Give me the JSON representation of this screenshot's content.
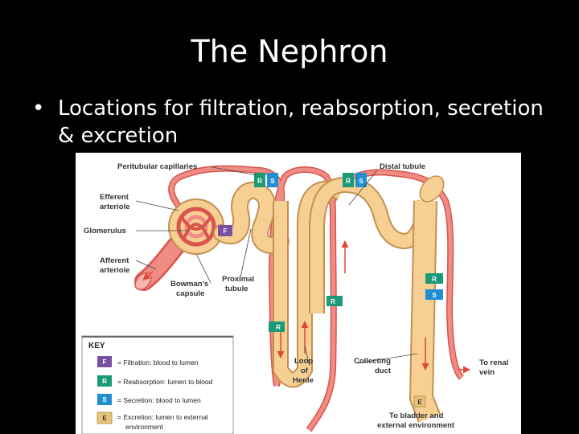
{
  "title": "The Nephron",
  "bullet": {
    "symbol": "•",
    "text": "Locations for filtration, reabsorption, secretion & excretion"
  },
  "diagram": {
    "labels": {
      "peritubular": "Peritubular capillaries",
      "efferent_1": "Efferent",
      "efferent_2": "arteriole",
      "glomerulus": "Glomerulus",
      "afferent_1": "Afferent",
      "afferent_2": "arteriole",
      "bowmans_1": "Bowman's",
      "bowmans_2": "capsule",
      "proximal_1": "Proximal",
      "proximal_2": "tubule",
      "distal": "Distal tubule",
      "loop_1": "Loop",
      "loop_2": "of",
      "loop_3": "Henle",
      "collecting_1": "Collecting",
      "collecting_2": "duct",
      "renal_1": "To renal",
      "renal_2": "vein",
      "bladder_1": "To bladder and",
      "bladder_2": "external environment"
    },
    "badges": {
      "F": "F",
      "R": "R",
      "S": "S",
      "E": "E"
    },
    "key": {
      "title": "KEY",
      "items": [
        {
          "letter": "F",
          "text": "= Filtration: blood to lumen",
          "color": "#7b4fa3"
        },
        {
          "letter": "R",
          "text": "= Reabsorption: lumen to blood",
          "color": "#1c9a78"
        },
        {
          "letter": "S",
          "text": "= Secretion: blood to lumen",
          "color": "#1f8fd1"
        },
        {
          "letter": "E",
          "text": "= Excretion: lumen to external",
          "text2": "environment",
          "color": "#e7c37a"
        }
      ]
    },
    "colors": {
      "tubule": "#f6cf93",
      "tubule_edge": "#c49052",
      "vessel": "#ef8c84",
      "vessel_edge": "#d9544c",
      "arrow": "#e0443a"
    }
  }
}
